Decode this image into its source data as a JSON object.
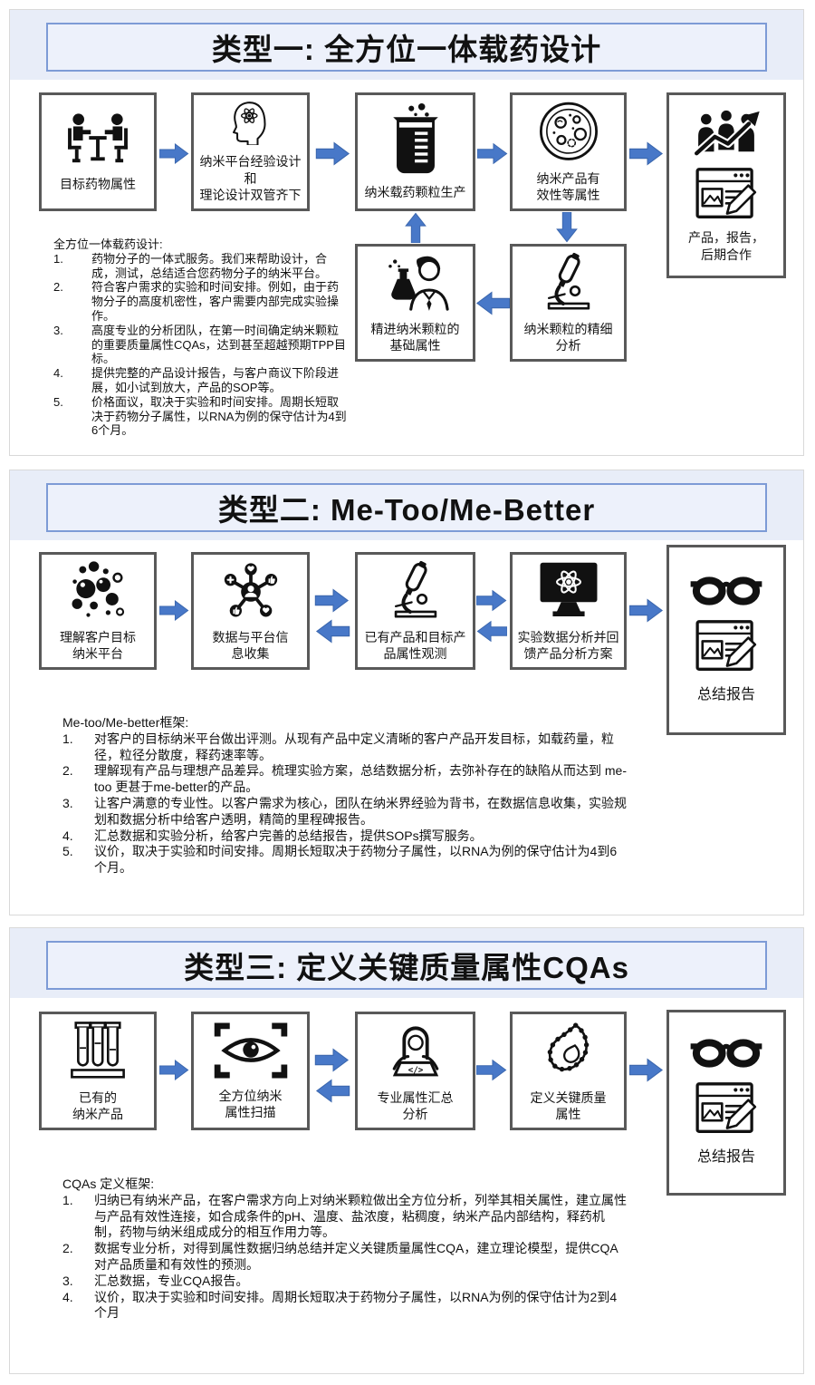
{
  "colors": {
    "arrow_blue": "#4878c8",
    "header_band": "#e8edf8",
    "title_box_fill": "#edf1fb",
    "title_box_border": "#7d9bd6",
    "panel_border": "#d9d9d9",
    "flow_box_border": "#595959",
    "icon_black": "#111111"
  },
  "icons": [
    "meeting-icon",
    "head-atom-icon",
    "beaker-icon",
    "petri-dish-icon",
    "team-growth-icon",
    "report-icon",
    "scientist-flask-icon",
    "microscope-icon",
    "bubbles-icon",
    "network-icon",
    "monitor-atom-icon",
    "glasses-icon",
    "test-tubes-icon",
    "eye-scan-icon",
    "coder-icon",
    "paisley-icon",
    "arrow-right-icon",
    "arrow-left-icon",
    "arrow-up-icon",
    "arrow-down-icon"
  ],
  "panels": [
    {
      "title": "类型一: 全方位一体载药设计",
      "flow": [
        {
          "label": "目标药物属性",
          "icon": "meeting-icon"
        },
        {
          "label": "纳米平台经验设计和\n理论设计双管齐下",
          "icon": "head-atom-icon"
        },
        {
          "label": "纳米载药颗粒生产",
          "icon": "beaker-icon"
        },
        {
          "label": "纳米产品有\n效性等属性",
          "icon": "petri-dish-icon"
        },
        {
          "label": "产品，报告，\n后期合作",
          "icon": "team-growth-icon + report-icon"
        }
      ],
      "feedback": [
        {
          "label": "精进纳米颗粒的\n基础属性",
          "icon": "scientist-flask-icon"
        },
        {
          "label": "纳米颗粒的精细\n分析",
          "icon": "microscope-icon"
        }
      ],
      "notes": {
        "title": "全方位一体载药设计:",
        "items": [
          "药物分子的一体式服务。我们来帮助设计，合成，测试，总结适合您药物分子的纳米平台。",
          "符合客户需求的实验和时间安排。例如，由于药物分子的高度机密性，客户需要内部完成实验操作。",
          "高度专业的分析团队，在第一时间确定纳米颗粒的重要质量属性CQAs，达到甚至超越预期TPP目标。",
          "提供完整的产品设计报告，与客户商议下阶段进展，如小试到放大，产品的SOP等。",
          "价格面议，取决于实验和时间安排。周期长短取决于药物分子属性，以RNA为例的保守估计为4到6个月。"
        ]
      }
    },
    {
      "title": "类型二: Me-Too/Me-Better",
      "flow": [
        {
          "label": "理解客户目标\n纳米平台",
          "icon": "bubbles-icon"
        },
        {
          "label": "数据与平台信\n息收集",
          "icon": "network-icon"
        },
        {
          "label": "已有产品和目标产\n品属性观测",
          "icon": "microscope-icon"
        },
        {
          "label": "实验数据分析并回\n馈产品分析方案",
          "icon": "monitor-atom-icon"
        },
        {
          "label": "总结报告",
          "icon": "glasses-icon + report-icon"
        }
      ],
      "notes": {
        "title": "Me-too/Me-better框架:",
        "items": [
          "对客户的目标纳米平台做出评测。从现有产品中定义清晰的客户产品开发目标，如载药量，粒径，粒径分散度，释药速率等。",
          "理解现有产品与理想产品差异。梳理实验方案，总结数据分析，去弥补存在的缺陷从而达到 me-too 更甚于me-better的产品。",
          "让客户满意的专业性。以客户需求为核心，团队在纳米界经验为背书，在数据信息收集，实验规划和数据分析中给客户透明，精简的里程碑报告。",
          "汇总数据和实验分析，给客户完善的总结报告，提供SOPs撰写服务。",
          "议价，取决于实验和时间安排。周期长短取决于药物分子属性，以RNA为例的保守估计为4到6个月。"
        ]
      }
    },
    {
      "title": "类型三: 定义关键质量属性CQAs",
      "flow": [
        {
          "label": "已有的\n纳米产品",
          "icon": "test-tubes-icon"
        },
        {
          "label": "全方位纳米\n属性扫描",
          "icon": "eye-scan-icon"
        },
        {
          "label": "专业属性汇总\n分析",
          "icon": "coder-icon"
        },
        {
          "label": "定义关键质量\n属性",
          "icon": "paisley-icon"
        },
        {
          "label": "总结报告",
          "icon": "glasses-icon + report-icon"
        }
      ],
      "notes": {
        "title": "CQAs 定义框架:",
        "items": [
          "归纳已有纳米产品，在客户需求方向上对纳米颗粒做出全方位分析，列举其相关属性，建立属性与产品有效性连接，如合成条件的pH、温度、盐浓度，粘稠度，纳米产品内部结构，释药机制，药物与纳米组成成分的相互作用力等。",
          "数据专业分析，对得到属性数据归纳总结并定义关键质量属性CQA，建立理论模型，提供CQA对产品质量和有效性的预测。",
          "汇总数据，专业CQA报告。",
          "议价，取决于实验和时间安排。周期长短取决于药物分子属性，以RNA为例的保守估计为2到4个月"
        ]
      }
    }
  ]
}
